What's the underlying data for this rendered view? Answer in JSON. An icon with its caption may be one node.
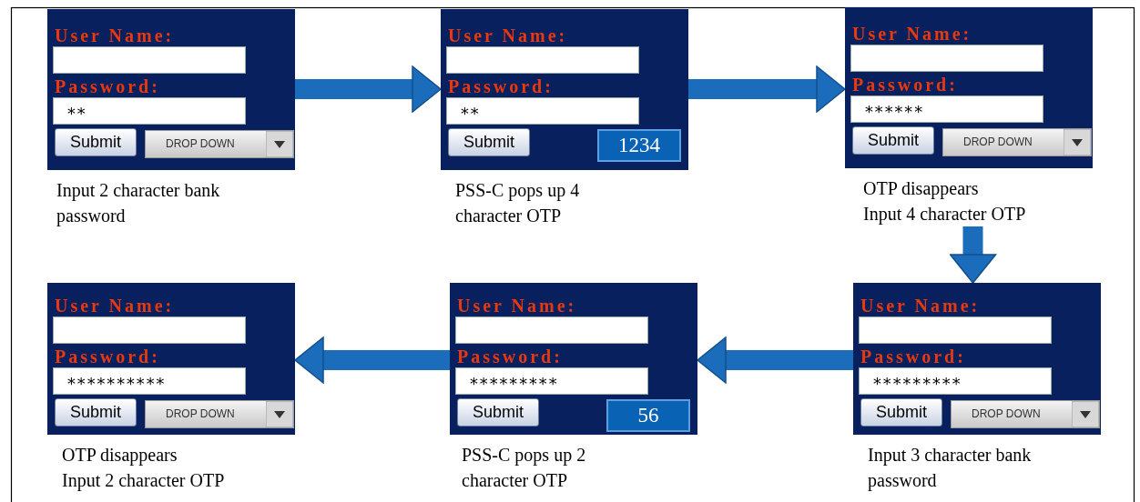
{
  "diagram": {
    "nodes": [
      {
        "text": [
          "User Name:",
          "Password:",
          "**",
          "Submit"
        ],
        "beside": [
          "Input 2 character bank password"
        ]
      },
      {
        "text": [
          "DROP DOWN"
        ],
        "in": 0
      },
      {
        "text": [
          "User Name:",
          "Password:",
          "**",
          "Submit"
        ],
        "beside": [
          "PSS-C pops up 4 character OTP"
        ]
      },
      {
        "text": [
          "1234"
        ],
        "in": 2
      },
      {
        "text": [
          "User Name:",
          "Password:",
          "******",
          "Submit"
        ],
        "beside": [
          "OTP disappears",
          "Input 4 character OTP"
        ]
      },
      {
        "text": [
          "DROP DOWN"
        ],
        "in": 4
      },
      {
        "text": [
          "User Name:",
          "Password:",
          "*********",
          "Submit"
        ],
        "beside": [
          "Input 3 character bank password"
        ]
      },
      {
        "text": [
          "DROP DOWN"
        ],
        "in": 6
      },
      {
        "text": [
          "User Name:",
          "Password:",
          "*********",
          "Submit"
        ],
        "beside": [
          "PSS-C pops up 2 character OTP"
        ]
      },
      {
        "text": [
          "56"
        ],
        "in": 8
      },
      {
        "text": [
          "User Name:",
          "Password:",
          "**********",
          "Submit"
        ],
        "beside": [
          "OTP disappears",
          "Input 2 character OTP"
        ]
      },
      {
        "text": [
          "DROP DOWN"
        ],
        "in": 10
      }
    ],
    "edges": [
      {
        "from": 0,
        "to": 2,
        "arrow": "to"
      },
      {
        "from": 2,
        "to": 4,
        "arrow": "to"
      },
      {
        "from": 4,
        "to": 6,
        "arrow": "to"
      },
      {
        "from": 6,
        "to": 8,
        "arrow": "to"
      },
      {
        "from": 8,
        "to": 10,
        "arrow": "to"
      }
    ]
  }
}
